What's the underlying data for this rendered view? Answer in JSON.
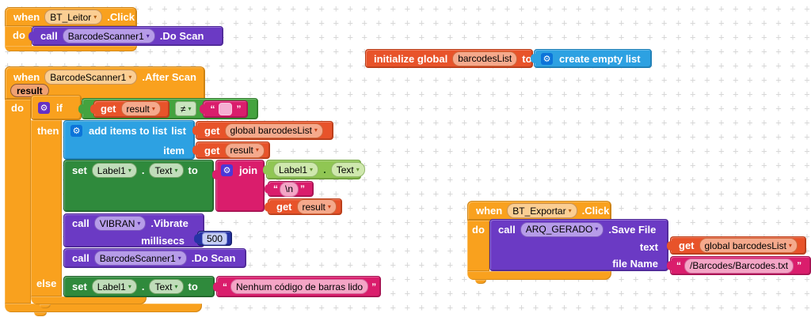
{
  "icons": {
    "gear": "⚙",
    "dropdown": "▾"
  },
  "colors": {
    "event_orange": "#F9A11E",
    "method_purple": "#6B3AC4",
    "variable_orange": "#E8532A",
    "list_blue": "#2DA1E2",
    "logic_green": "#44A33F",
    "setter_green": "#2F8A3C",
    "getter_green": "#90C653",
    "text_magenta": "#DA1D6C",
    "math_blue": "#2633A5"
  },
  "blockA": {
    "when": "when",
    "component": "BT_Leitor",
    "event": ".Click",
    "do_label": "do",
    "call_label": "call",
    "call_component": "BarcodeScanner1",
    "method": ".Do Scan"
  },
  "initBlock": {
    "label": "initialize global",
    "var_name": "barcodesList",
    "to_label": "to",
    "create_label": "create empty list"
  },
  "blockB": {
    "when": "when",
    "component": "BarcodeScanner1",
    "event": ".After Scan",
    "param": "result",
    "do_label": "do",
    "if_label": "if",
    "then_label": "then",
    "else_label": "else",
    "cond_get": "get",
    "cond_var": "result",
    "cond_op": "≠",
    "oq": "“",
    "cq": "”",
    "add_label": "add items to list",
    "list_label": "list",
    "item_label": "item",
    "get_list": "get",
    "get_list_var": "global barcodesList",
    "get_item": "get",
    "get_item_var": "result",
    "set_label": "set",
    "set_component": "Label1",
    "dot": ".",
    "set_prop": "Text",
    "to_label": "to",
    "join_label": "join",
    "join_comp": "Label1",
    "join_dot": ".",
    "join_prop": "Text",
    "nl_oq": "“",
    "nl": "\\n",
    "nl_cq": "”",
    "get_join": "get",
    "get_join_var": "result",
    "call_vibrate": "call",
    "vibrate_component": "VIBRAN",
    "vibrate_method": ".Vibrate",
    "millisecs_label": "millisecs",
    "millisecs_value": "500",
    "call_scan": "call",
    "scan_component": "BarcodeScanner1",
    "scan_method": ".Do Scan",
    "else_set": "set",
    "else_component": "Label1",
    "else_dot": ".",
    "else_prop": "Text",
    "else_to": "to",
    "else_oq": "“",
    "else_msg": "Nenhum código de barras lido",
    "else_cq": "”"
  },
  "blockC": {
    "when": "when",
    "component": "BT_Exportar",
    "event": ".Click",
    "do_label": "do",
    "call_label": "call",
    "call_component": "ARQ_GERADO",
    "method": ".Save File",
    "text_label": "text",
    "get_label": "get",
    "get_var": "global barcodesList",
    "filename_label": "file Name",
    "oq": "“",
    "path": "/Barcodes/Barcodes.txt",
    "cq": "”"
  }
}
